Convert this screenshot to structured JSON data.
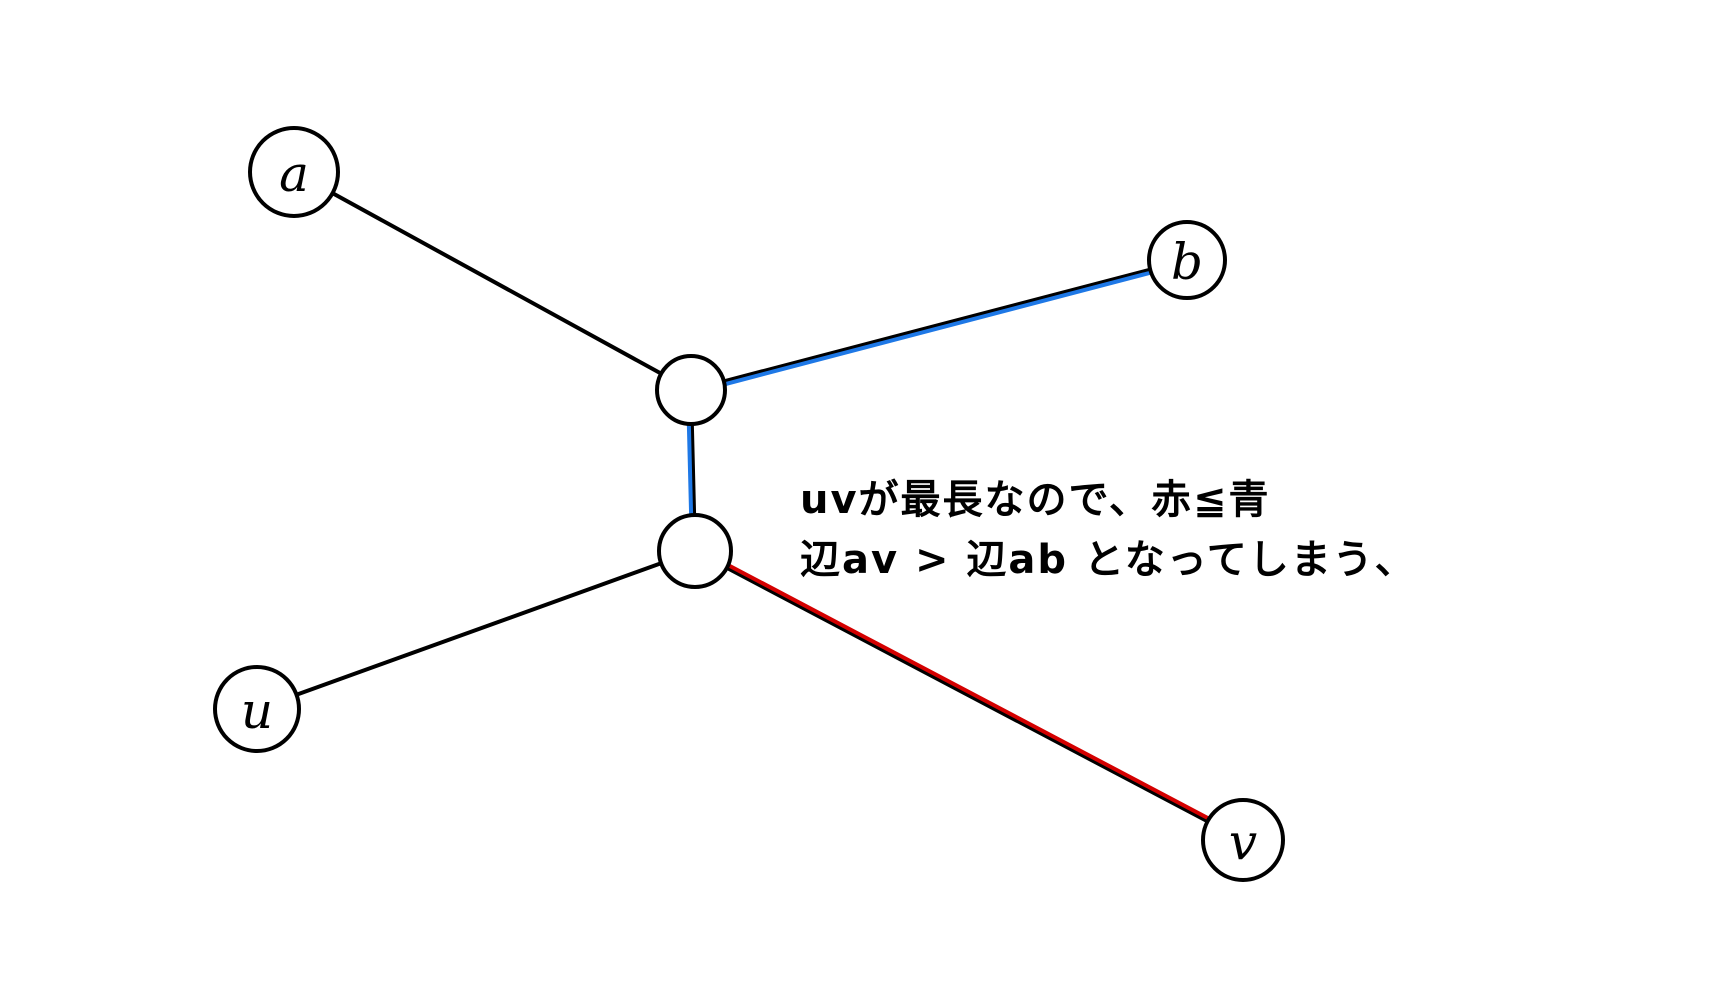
{
  "colors": {
    "edge": "#000000",
    "blue_path": "#1e78e6",
    "red_path": "#d40000",
    "node_stroke": "#000000",
    "node_fill": "#ffffff"
  },
  "nodes": [
    {
      "id": "a",
      "label": "a"
    },
    {
      "id": "b",
      "label": "b"
    },
    {
      "id": "u",
      "label": "u"
    },
    {
      "id": "v",
      "label": "v"
    },
    {
      "id": "c1",
      "label": ""
    },
    {
      "id": "c2",
      "label": ""
    }
  ],
  "edges": [
    {
      "from": "a",
      "to": "c1",
      "highlight": "none"
    },
    {
      "from": "c1",
      "to": "b",
      "highlight": "blue"
    },
    {
      "from": "c1",
      "to": "c2",
      "highlight": "blue"
    },
    {
      "from": "u",
      "to": "c2",
      "highlight": "none"
    },
    {
      "from": "c2",
      "to": "v",
      "highlight": "red"
    }
  ],
  "note": {
    "line1": "uvが最長なので、赤≦青",
    "line2": "辺av > 辺ab となってしまう、"
  }
}
